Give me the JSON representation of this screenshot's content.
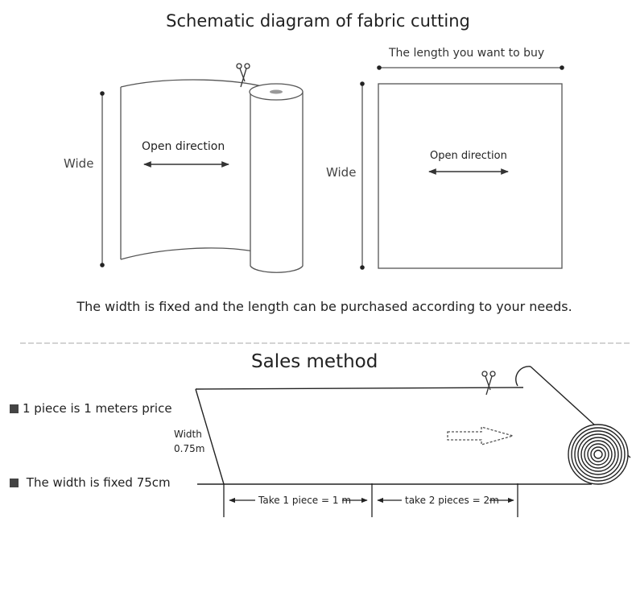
{
  "title": "Schematic diagram of fabric cutting",
  "top_left": {
    "wide_label": "Wide",
    "open_direction": "Open direction"
  },
  "top_right": {
    "length_label": "The length you want to buy",
    "wide_label": "Wide",
    "open_direction": "Open direction"
  },
  "note": "The width is fixed and the length can be purchased according to your needs.",
  "sales": {
    "title": "Sales method",
    "bullets": [
      "1 piece is 1 meters price",
      "The width is fixed 75cm"
    ],
    "width_label": "Width",
    "width_value": "0.75m",
    "take1": "Take 1 piece = 1 m",
    "take2": "take 2 pieces = 2m"
  },
  "icons": [
    "scissors-icon",
    "dashed-arrow-icon",
    "double-arrow-icon"
  ],
  "colors": {
    "line": "#555555",
    "text": "#222222"
  }
}
